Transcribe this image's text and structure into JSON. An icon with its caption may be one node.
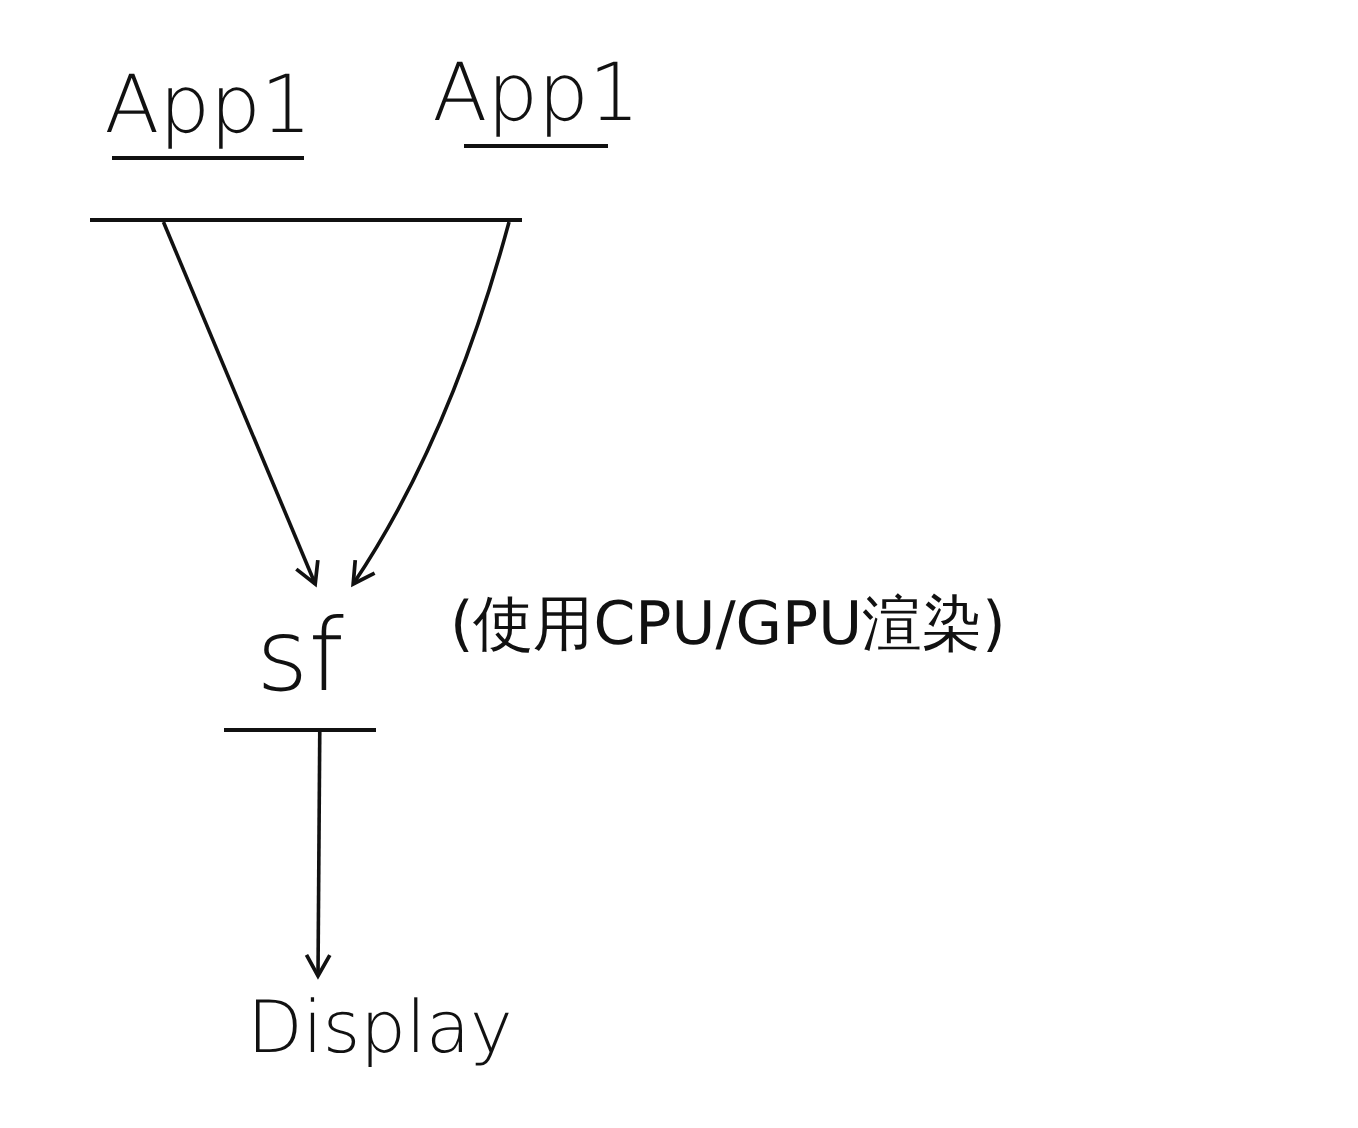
{
  "diagram": {
    "nodes": [
      {
        "text": [
          "App1"
        ]
      },
      {
        "text": [
          "App1"
        ]
      },
      {
        "text": [],
        "shape": "bar"
      },
      {
        "text": [
          "sf"
        ],
        "beside": [
          "(使用CPU/GPU渲染)"
        ]
      },
      {
        "text": [
          "Display"
        ]
      }
    ],
    "edges": [
      {
        "from": 2,
        "to": 3,
        "arrow": "to"
      },
      {
        "from": 2,
        "to": 3,
        "arrow": "to"
      },
      {
        "from": 3,
        "to": 4,
        "arrow": "to"
      }
    ]
  }
}
